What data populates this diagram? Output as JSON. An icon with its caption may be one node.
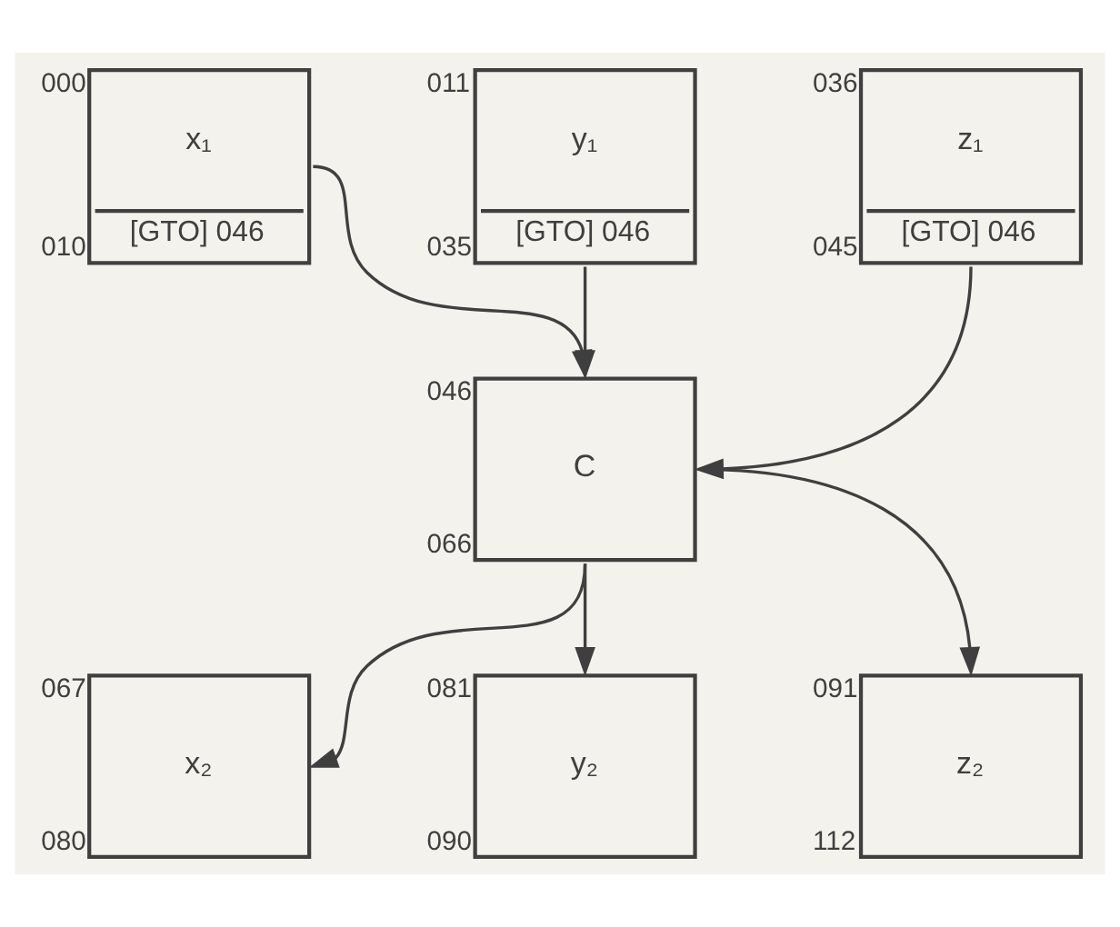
{
  "diagram": {
    "nodes": [
      {
        "text": [
          "x₁",
          "[GTO] 046"
        ],
        "beside": [
          "000",
          "010"
        ]
      },
      {
        "text": [
          "y₁",
          "[GTO] 046"
        ],
        "beside": [
          "011",
          "035"
        ]
      },
      {
        "text": [
          "z₁",
          "[GTO] 046"
        ],
        "beside": [
          "036",
          "045"
        ]
      },
      {
        "text": [
          "C"
        ],
        "beside": [
          "046",
          "066"
        ]
      },
      {
        "text": [
          "x₂"
        ],
        "beside": [
          "067",
          "080"
        ]
      },
      {
        "text": [
          "y₂"
        ],
        "beside": [
          "081",
          "090"
        ]
      },
      {
        "text": [
          "z₂"
        ],
        "beside": [
          "091",
          "112"
        ]
      }
    ],
    "edges": [
      {
        "from": 0,
        "to": 3,
        "arrow": "to"
      },
      {
        "from": 1,
        "to": 3,
        "arrow": "to"
      },
      {
        "from": 2,
        "to": 3,
        "arrow": "to"
      },
      {
        "from": 3,
        "to": 4,
        "arrow": "to"
      },
      {
        "from": 3,
        "to": 5,
        "arrow": "to"
      },
      {
        "from": 3,
        "to": 6,
        "arrow": "to"
      }
    ]
  }
}
